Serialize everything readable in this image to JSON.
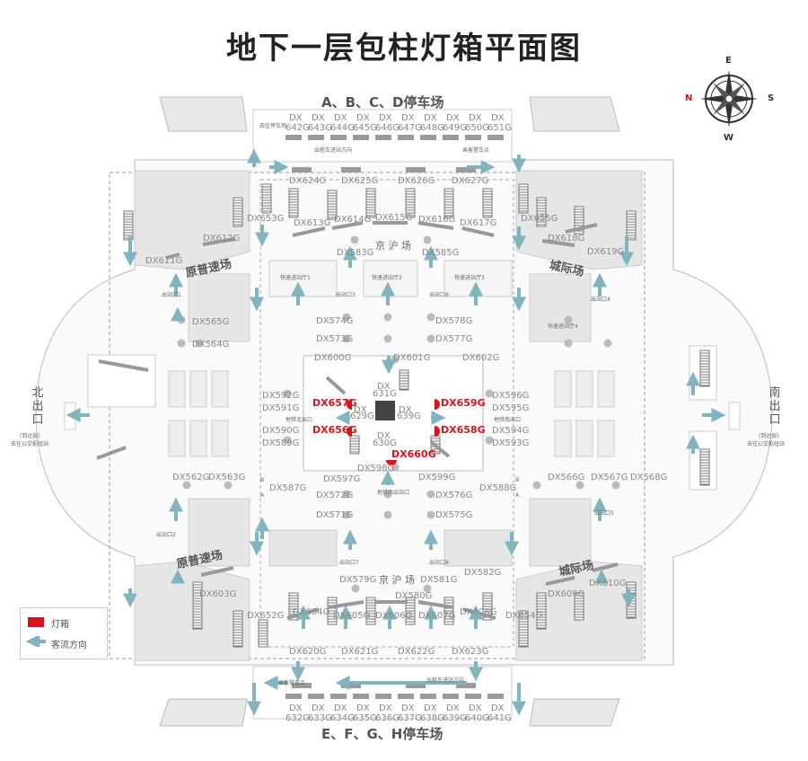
{
  "title": "地下一层包柱灯箱平面图",
  "compass": {
    "n": "N",
    "e": "E",
    "s": "S",
    "w": "W"
  },
  "parking": {
    "top": "A、B、C、D停车场",
    "bottom": "E、F、G、H停车场"
  },
  "exits": {
    "north": {
      "line1": "北",
      "line2": "出",
      "line3": "口",
      "sub1": "(到达层)",
      "sub2": "去往公交枢纽站"
    },
    "south": {
      "line1": "南",
      "line2": "出",
      "line3": "口",
      "sub1": "(到达层)",
      "sub2": "去往公交枢纽站"
    }
  },
  "zones": {
    "pupu_top": "原普速场",
    "pupu_bottom": "原普速场",
    "chengji_top": "城际场",
    "chengji_bottom": "城际场",
    "jinghu_top": "京 沪 场",
    "jinghu_bottom": "京 沪 场"
  },
  "legend": {
    "lightbox": "灯箱",
    "flow": "客流方向"
  },
  "top_codes": [
    {
      "l1": "DX",
      "l2": "642G"
    },
    {
      "l1": "DX",
      "l2": "643G"
    },
    {
      "l1": "DX",
      "l2": "644G"
    },
    {
      "l1": "DX",
      "l2": "645G"
    },
    {
      "l1": "DX",
      "l2": "646G"
    },
    {
      "l1": "DX",
      "l2": "647G"
    },
    {
      "l1": "DX",
      "l2": "648G"
    },
    {
      "l1": "DX",
      "l2": "649G"
    },
    {
      "l1": "DX",
      "l2": "650G"
    },
    {
      "l1": "DX",
      "l2": "651G"
    }
  ],
  "bottom_codes": [
    {
      "l1": "DX",
      "l2": "632G"
    },
    {
      "l1": "DX",
      "l2": "633G"
    },
    {
      "l1": "DX",
      "l2": "634G"
    },
    {
      "l1": "DX",
      "l2": "635G"
    },
    {
      "l1": "DX",
      "l2": "636G"
    },
    {
      "l1": "DX",
      "l2": "637G"
    },
    {
      "l1": "DX",
      "l2": "638G"
    },
    {
      "l1": "DX",
      "l2": "639G"
    },
    {
      "l1": "DX",
      "l2": "640G"
    },
    {
      "l1": "DX",
      "l2": "641G"
    }
  ],
  "labels": {
    "l611": "DX611G",
    "l612": "DX612G",
    "l613": "DX613G",
    "l614": "DX614G",
    "l615": "DX615G",
    "l616": "DX616G",
    "l617": "DX617G",
    "l618": "DX618G",
    "l619": "DX619G",
    "l624": "DX624G",
    "l625": "DX625G",
    "l626": "DX626G",
    "l627": "DX627G",
    "l653": "DX653G",
    "l652": "DX652G",
    "l654": "DX654G",
    "l655": "DX655G",
    "l583": "DX583G",
    "l585": "DX585G",
    "l565": "DX565G",
    "l564": "DX564G",
    "l574": "DX574G",
    "l573": "DX573G",
    "l578": "DX578G",
    "l577": "DX577G",
    "l600": "DX600G",
    "l601": "DX601G",
    "l602": "DX602G",
    "l592": "DX592G",
    "l591": "DX591G",
    "l590": "DX590G",
    "l589": "DX589G",
    "l596": "DX596G",
    "l595": "DX595G",
    "l594": "DX594G",
    "l593": "DX593G",
    "l597": "DX597G",
    "l598": "DX598G",
    "l599": "DX599G",
    "l562": "DX562G",
    "l563": "DX563G",
    "l566": "DX566G",
    "l567": "DX567G",
    "l568": "DX568G",
    "l587": "DX587G",
    "l588": "DX588G",
    "l572": "DX572G",
    "l571": "DX571G",
    "l576": "DX576G",
    "l575": "DX575G",
    "l579": "DX579G",
    "l580": "DX580G",
    "l581": "DX581G",
    "l582": "DX582G",
    "l603": "DX603G",
    "l604": "DX604G",
    "l605": "DX605G",
    "l606": "DX606G",
    "l607": "DX607G",
    "l608": "DX608G",
    "l609": "DX609G",
    "l610": "DX610G",
    "l620": "DX620G",
    "l621": "DX621G",
    "l622": "DX622G",
    "l623": "DX623G",
    "l631a": "DX",
    "l631b": "631G",
    "l629a": "DX",
    "l629b": "629G",
    "l639a": "DX",
    "l639b": "639G",
    "l630a": "DX",
    "l630b": "630G"
  },
  "red_labels": {
    "r657": "DX657G",
    "r656": "DX656G",
    "r659": "DX659G",
    "r658": "DX658G",
    "r660": "DX660G"
  },
  "tiny": {
    "taxi_top": "出租车进站方向",
    "pickup_top": "乘客登车点",
    "taxi_bottom": "出租车进站方向",
    "pickup_bottom": "乘客登车点",
    "pu_exit1": "出站口1",
    "pu_exit2": "出站口2",
    "exit3": "出站口3",
    "exit4": "出站口4",
    "exit5": "出站口5",
    "exit6": "出站口6",
    "exit7": "出站口7",
    "exit8": "出站口8",
    "gate1": "快速进站厅1",
    "gate2": "快速进站厅2",
    "gate3": "快速进站厅3",
    "gate4": "快速进站厅4",
    "b1": "B",
    "a1": "A",
    "b2": "B",
    "a2": "A",
    "to_parking": "去往停车场",
    "north_exit": "地铁北出口",
    "south_exit": "地铁南出口",
    "metro_west": "地铁西出站口"
  }
}
